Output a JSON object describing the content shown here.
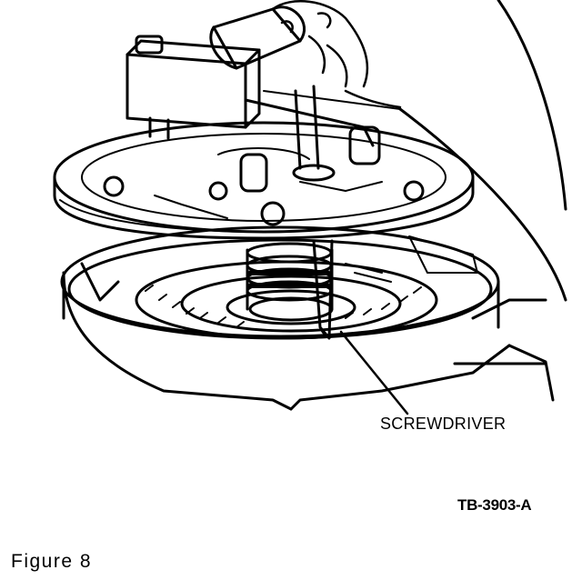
{
  "figure": {
    "callout_label": "SCREWDRIVER",
    "drawing_code": "TB-3903-A",
    "caption": "Figure 8"
  }
}
